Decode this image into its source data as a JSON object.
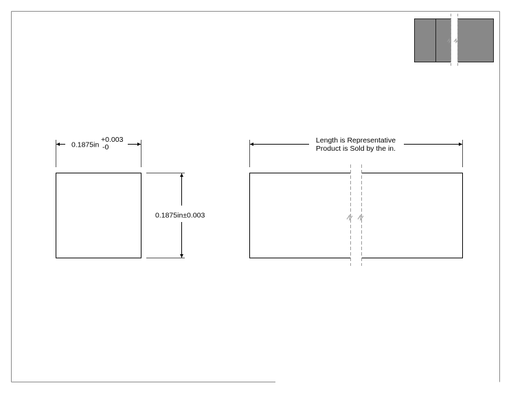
{
  "drawing": {
    "width_dimension": {
      "value": "0.1875in",
      "tol_plus": "+0.003",
      "tol_minus": "-0"
    },
    "height_dimension": {
      "value": "0.1875in±0.003"
    },
    "length_note": {
      "line1": "Length is Representative",
      "line2": "Product is Sold by the in."
    }
  },
  "colors": {
    "line": "#000000",
    "thin_line": "#555555",
    "thumbnail_fill": "#888888",
    "thumbnail_stroke": "#222222",
    "break_line": "#9a9a9a"
  }
}
